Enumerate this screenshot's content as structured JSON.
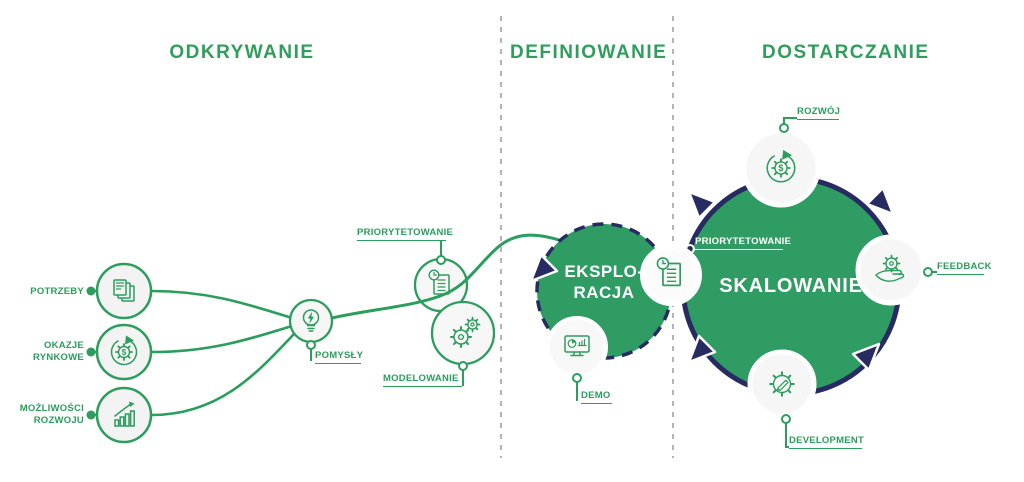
{
  "titles": {
    "discovery": "ODKRYWANIE",
    "definition": "DEFINIOWANIE",
    "delivery": "DOSTARCZANIE"
  },
  "colors": {
    "accent_green": "#2B9D5D",
    "fill_green": "#2E9C63",
    "navy": "#282B61",
    "divider_gray": "#B3B3BF",
    "circle_gray": "#F3F3F3",
    "white": "#FFFFFF"
  },
  "discovery": {
    "inputs": [
      {
        "label": "POTRZEBY",
        "icon": "stacked-documents-icon"
      },
      {
        "label": "OKAZJE RYNKOWE",
        "icon": "cycle-gear-dollar-icon"
      },
      {
        "label": "MOŻLIWOŚCI ROZWOJU",
        "icon": "growth-bars-arrow-icon"
      }
    ],
    "ideas": {
      "label": "POMYSŁY",
      "icon": "lightbulb-bolt-icon"
    },
    "prioritization": {
      "label": "PRIORYTETOWANIE",
      "icon": "document-clock-icon"
    },
    "modeling": {
      "label": "MODELOWANIE",
      "icon": "gears-icon"
    }
  },
  "definition": {
    "exploration": {
      "line1": "EKSPLO-",
      "line2": "RACJA"
    },
    "demo": {
      "label": "DEMO",
      "icon": "monitor-analytics-icon"
    }
  },
  "delivery": {
    "scaling": {
      "label": "SKALOWANIE"
    },
    "prioritization": {
      "label": "PRIORYTETOWANIE",
      "icon": "document-clock-icon"
    },
    "growth": {
      "label": "ROZWÓJ",
      "icon": "cycle-gear-dollar-icon"
    },
    "feedback": {
      "label": "FEEDBACK",
      "icon": "hand-gear-icon"
    },
    "development": {
      "label": "DEVELOPMENT",
      "icon": "gear-pencil-icon"
    }
  }
}
